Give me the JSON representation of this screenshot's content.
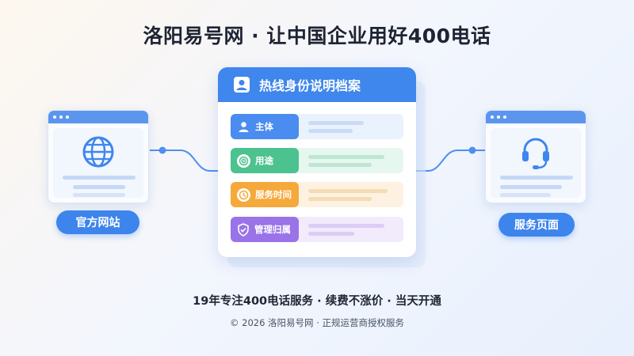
{
  "title": "洛阳易号网 · 让中国企业用好400电话",
  "left_site": {
    "label": "官方网站",
    "icon": "globe-icon"
  },
  "right_site": {
    "label": "服务页面",
    "icon": "headset-icon"
  },
  "card": {
    "title": "热线身份说明档案",
    "title_icon": "user-icon",
    "rows": [
      {
        "label": "主体",
        "icon": "user-icon",
        "color": "#4a8cef",
        "bg": "#eaf2fd",
        "line": "#c9dbf7"
      },
      {
        "label": "用途",
        "icon": "target-icon",
        "color": "#4cc28f",
        "bg": "#e6f7ef",
        "line": "#bfe6d3"
      },
      {
        "label": "服务时间",
        "icon": "clock-icon",
        "color": "#f5a93a",
        "bg": "#fdf2e1",
        "line": "#f6dcb4"
      },
      {
        "label": "管理归属",
        "icon": "shield-check-icon",
        "color": "#9a73e8",
        "bg": "#f1ebfc",
        "line": "#dccdf5"
      }
    ]
  },
  "tagline": "19年专注400电话服务 · 续费不涨价 · 当天开通",
  "copyright": "© 2026 洛阳易号网 · 正规运营商授权服务",
  "colors": {
    "primary": "#3f86ed",
    "link": "#4f8ff0"
  }
}
